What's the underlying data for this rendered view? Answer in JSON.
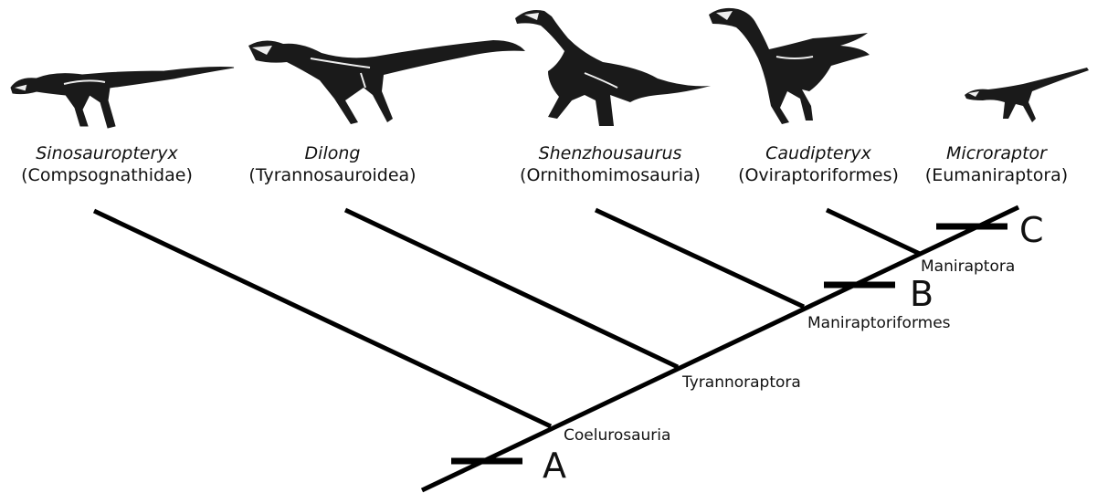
{
  "taxa": [
    {
      "genus": "Sinosauropteryx",
      "group": "(Compsognathidae)",
      "silhouette": "small-theropod-long-tail"
    },
    {
      "genus": "Dilong",
      "group": "(Tyrannosauroidea)",
      "silhouette": "tyrannosauroid-long-tail"
    },
    {
      "genus": "Shenzhousaurus",
      "group": "(Ornithomimosauria)",
      "silhouette": "ornithomimid-long-neck"
    },
    {
      "genus": "Caudipteryx",
      "group": "(Oviraptoriformes)",
      "silhouette": "oviraptorosaur-short-tail"
    },
    {
      "genus": "Microraptor",
      "group": "(Eumaniraptora)",
      "silhouette": "small-dromaeosaur"
    }
  ],
  "nodes": {
    "coelurosauria": "Coelurosauria",
    "tyrannoraptora": "Tyrannoraptora",
    "maniraptoriformes": "Maniraptoriformes",
    "maniraptora": "Maniraptora"
  },
  "markers": {
    "a": "A",
    "b": "B",
    "c": "C"
  },
  "colors": {
    "line": "#000000",
    "bone": "#e8e8e8",
    "flesh": "#1a1a1a"
  }
}
